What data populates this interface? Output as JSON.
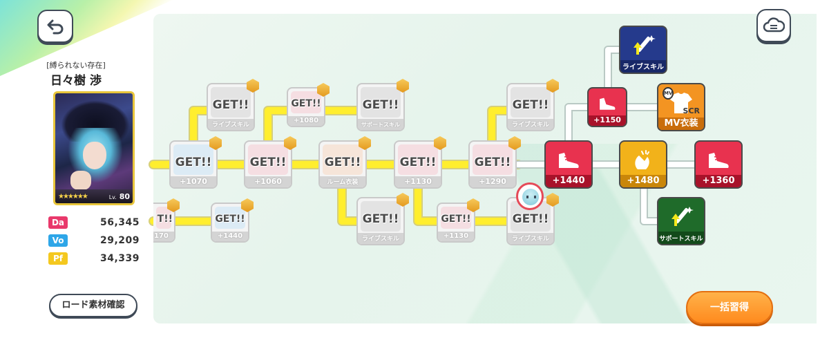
{
  "character": {
    "subtitle": "[縛られない存在]",
    "name": "日々樹 渉",
    "level_prefix": "Lv.",
    "level": "80",
    "stars": "★★★★★★"
  },
  "stats": [
    {
      "label": "Da",
      "value": "56,345",
      "color": "#e9396b"
    },
    {
      "label": "Vo",
      "value": "29,209",
      "color": "#2ea6e8"
    },
    {
      "label": "Pf",
      "value": "34,339",
      "color": "#f4c81f"
    }
  ],
  "buttons": {
    "road_materials": "ロード素材確認",
    "bulk_learn": "一括習得"
  },
  "nodes": {
    "get_label": "GET!!",
    "done": [
      {
        "id": "d1",
        "caption": "+1070",
        "tint": "#bfe0f7"
      },
      {
        "id": "d2",
        "caption": "+1060",
        "tint": "#f7c3cc"
      },
      {
        "id": "d3",
        "caption": "ルーム衣装",
        "tint": "#f9d3b8"
      },
      {
        "id": "d4",
        "caption": "+1130",
        "tint": "#f7c3cc"
      },
      {
        "id": "d5",
        "caption": "+1290",
        "tint": "#f7c3cc"
      },
      {
        "id": "d6",
        "caption": "ライブスキル",
        "tint": "#cfcfcf"
      },
      {
        "id": "d7",
        "caption": "+1080",
        "tint": "#f7c3cc"
      },
      {
        "id": "d8",
        "caption": "サポートスキル",
        "tint": "#cfcfcf"
      },
      {
        "id": "d9",
        "caption": "ライブスキル",
        "tint": "#cfcfcf"
      },
      {
        "id": "d10",
        "caption": "ライブスキル",
        "tint": "#cfcfcf"
      },
      {
        "id": "d11",
        "caption": "+1130",
        "tint": "#f7c3cc"
      },
      {
        "id": "d12",
        "caption": "ライブスキル",
        "tint": "#cfcfcf"
      },
      {
        "id": "d13",
        "caption": "+1440",
        "tint": "#bfe0f7"
      },
      {
        "id": "d14",
        "caption": "170",
        "tint": "#f7c3cc"
      }
    ],
    "active": [
      {
        "id": "a1",
        "caption": "+1440",
        "color": "#e8324f",
        "icon": "shoe-icon"
      },
      {
        "id": "a2",
        "caption": "+1480",
        "color": "#f2b21a",
        "icon": "clap-icon"
      },
      {
        "id": "a3",
        "caption": "+1360",
        "color": "#e8324f",
        "icon": "shoe-icon"
      },
      {
        "id": "a4",
        "caption": "+1150",
        "color": "#e8324f",
        "icon": "shoe-icon"
      },
      {
        "id": "a5",
        "caption": "MV衣装",
        "color": "#f39422",
        "icon": "tshirt-icon",
        "extra": "SCR",
        "mv": "MV"
      },
      {
        "id": "a6",
        "caption": "ライブスキル",
        "color": "#253a8c",
        "icon": "wand-up-icon"
      },
      {
        "id": "a7",
        "caption": "サポートスキル",
        "color": "#1f6b2a",
        "icon": "wand-up-icon"
      }
    ]
  }
}
